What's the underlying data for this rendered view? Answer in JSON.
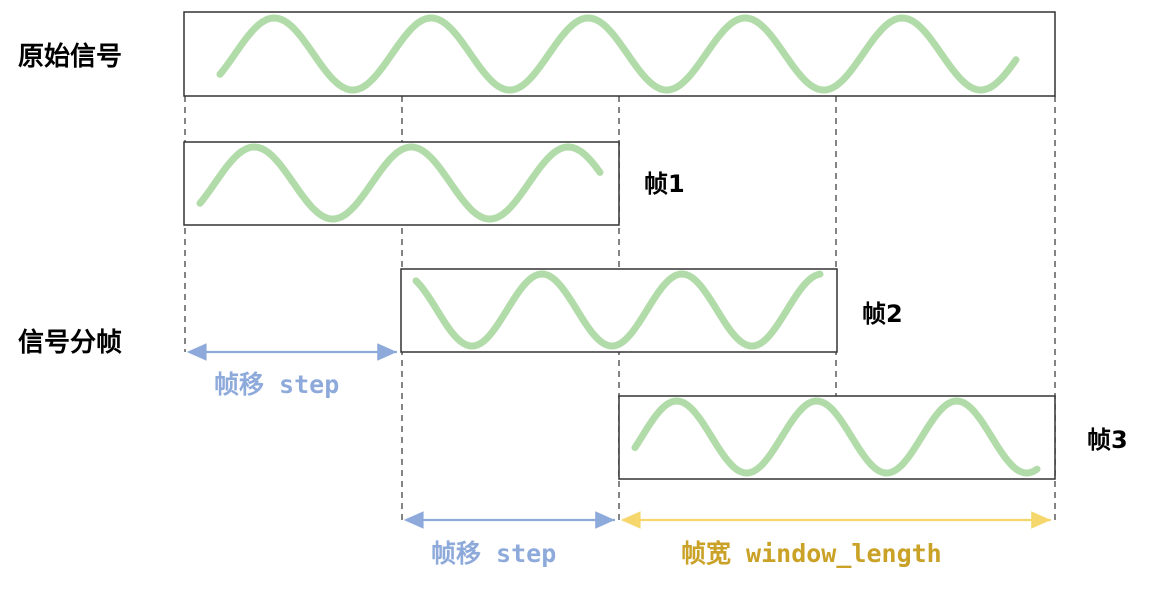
{
  "labels": {
    "original_signal": "原始信号",
    "framing": "信号分帧",
    "frame1": "帧1",
    "frame2": "帧2",
    "frame3": "帧3",
    "step_1": "帧移 step",
    "step_2": "帧移 step",
    "window_length": "帧宽 window_length"
  },
  "colors": {
    "wave": "#a8d8a0",
    "step_arrow": "#8eaadb",
    "step_text": "#8eaadb",
    "window_arrow": "#f5d76e",
    "window_text": "#c9a227",
    "box_stroke": "#333333",
    "text": "#000000"
  }
}
